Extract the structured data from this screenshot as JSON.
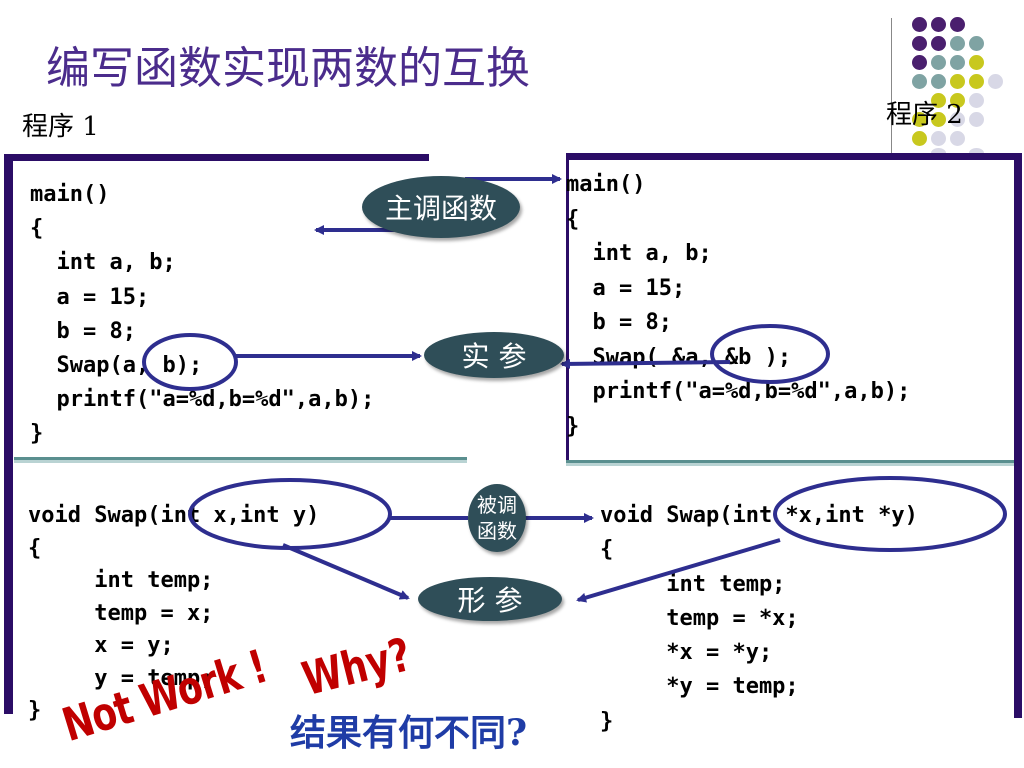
{
  "title": "编写函数实现两数的互换",
  "program1_label": "程序 1",
  "program2_label": "程序 2",
  "main1_code": "main()\n{\n  int a, b;\n  a = 15;\n  b = 8;\n  Swap(a, b);\n  printf(\"a=%d,b=%d\",a,b);\n}",
  "main2_code": "main()\n{\n  int a, b;\n  a = 15;\n  b = 8;\n  Swap( &a, &b );\n  printf(\"a=%d,b=%d\",a,b);\n}",
  "swap1_code": "void Swap(int x,int y)\n{\n     int temp;\n     temp = x;\n     x = y;\n     y = temp;\n}",
  "swap2_code": "void Swap(int *x,int *y)\n{\n     int temp;\n     temp = *x;\n     *x = *y;\n     *y = temp;\n}",
  "labels": {
    "caller": "主调函数",
    "actual_params": "实 参",
    "callee_line1": "被调",
    "callee_line2": "函数",
    "formal_params": "形 参"
  },
  "annotations": {
    "not_work": "Not Work !",
    "why": "Why?",
    "difference": "结果有何不同?"
  },
  "colors": {
    "title": "#4b2c8c",
    "frame": "#2b0d66",
    "ellipse": "#2e2e8f",
    "pill": "#2f4e58",
    "annotation_red": "#c00000",
    "annotation_blue": "#1f3ca6"
  }
}
